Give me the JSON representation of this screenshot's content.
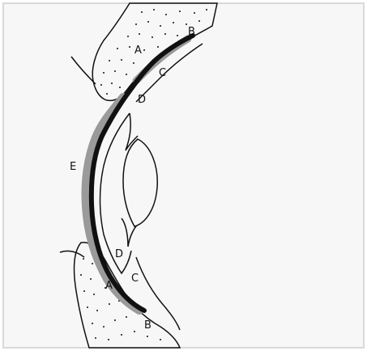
{
  "diagram": {
    "labels": {
      "a_upper": "A",
      "b_upper": "B",
      "c_upper": "C",
      "d_upper": "D",
      "e": "E",
      "a_lower": "A",
      "b_lower": "B",
      "c_lower": "C",
      "d_lower": "D"
    },
    "colors": {
      "ink": "#111111",
      "gray_layer": "#9a9a9a",
      "paper": "#f7f7f7",
      "frame": "#d9d9d9"
    }
  }
}
